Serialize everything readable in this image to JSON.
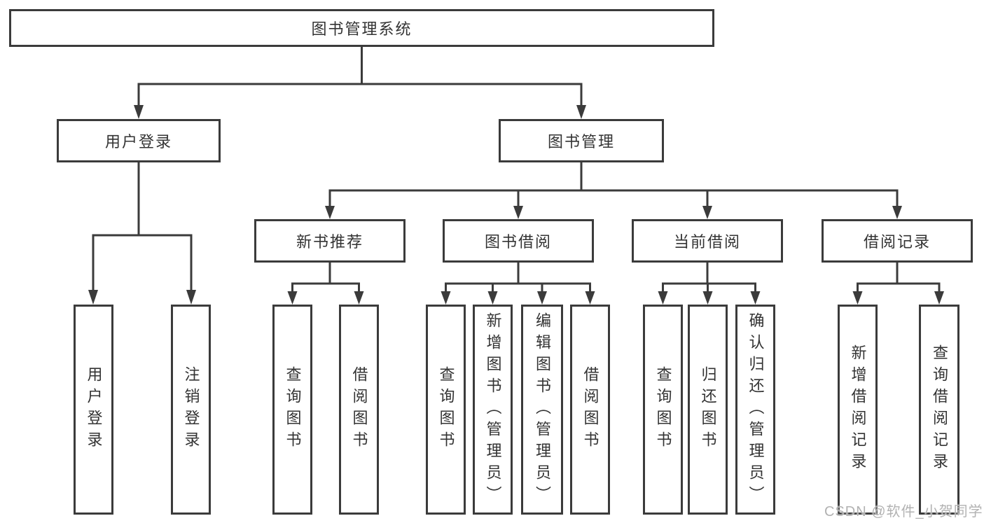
{
  "diagram": {
    "title_note": "functional structure chart",
    "root": {
      "label": "图书管理系统"
    },
    "branches": [
      {
        "label": "用户登录",
        "children": [
          {
            "label": "用户登录"
          },
          {
            "label": "注销登录"
          }
        ]
      },
      {
        "label": "图书管理",
        "children": [
          {
            "label": "新书推荐",
            "children": [
              {
                "label": "查询图书"
              },
              {
                "label": "借阅图书"
              }
            ]
          },
          {
            "label": "图书借阅",
            "children": [
              {
                "label": "查询图书"
              },
              {
                "label": "新增图书（管理员）"
              },
              {
                "label": "编辑图书（管理员）"
              },
              {
                "label": "借阅图书"
              }
            ]
          },
          {
            "label": "当前借阅",
            "children": [
              {
                "label": "查询图书"
              },
              {
                "label": "归还图书"
              },
              {
                "label": "确认归还（管理员）"
              }
            ]
          },
          {
            "label": "借阅记录",
            "children": [
              {
                "label": "新增借阅记录"
              },
              {
                "label": "查询借阅记录"
              }
            ]
          }
        ]
      }
    ]
  },
  "colors": {
    "line": "#3b3b3b",
    "text": "#333333",
    "background": "#ffffff",
    "watermark": "#b2b2b2"
  },
  "watermark": {
    "text": "CSDN @软件_小贺同学"
  }
}
